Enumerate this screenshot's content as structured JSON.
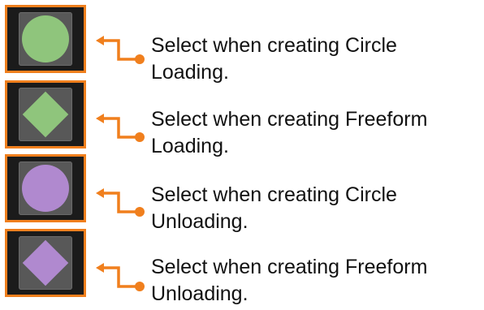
{
  "colors": {
    "accent": "#f07f1d",
    "tool_background": "#1b1b1b",
    "button_square": "#585858",
    "loading_shape": "#8fc57c",
    "unloading_shape": "#b089cf"
  },
  "items": [
    {
      "icon": "green-circle-icon",
      "label": "Select when creating Circle\nLoading."
    },
    {
      "icon": "green-diamond-icon",
      "label": "Select when creating Freeform\nLoading."
    },
    {
      "icon": "purple-circle-icon",
      "label": "Select when creating Circle\nUnloading."
    },
    {
      "icon": "purple-diamond-icon",
      "label": "Select when creating Freeform\nUnloading."
    }
  ]
}
